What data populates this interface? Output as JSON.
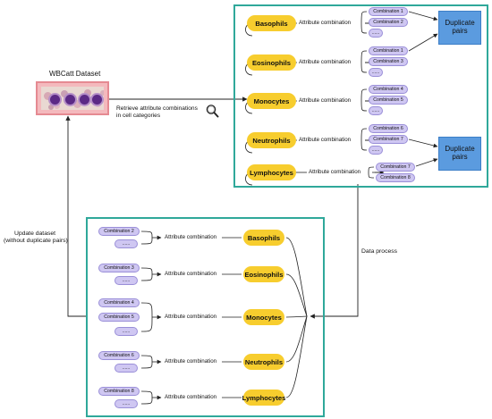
{
  "dataset": {
    "title": "WBCatt Dataset"
  },
  "arrows": {
    "retrieve_label": "Retrieve attribute combinations\nin cell categories",
    "update_label": "Update dataset\n(without duplicate pairs)",
    "process_label": "Data process"
  },
  "top_panel": {
    "rows": [
      {
        "category": "Basophils",
        "attr": "Attribute combination",
        "combos": [
          "Combination 1",
          "Combination 2",
          "......"
        ]
      },
      {
        "category": "Eosinophils",
        "attr": "Attribute combination",
        "combos": [
          "Combination 1",
          "Combination 3",
          "......"
        ]
      },
      {
        "category": "Monocytes",
        "attr": "Attribute combination",
        "combos": [
          "Combination 4",
          "Combination 5",
          "......"
        ]
      },
      {
        "category": "Neutrophils",
        "attr": "Attribute combination",
        "combos": [
          "Combination 6",
          "Combination 7",
          "......"
        ]
      },
      {
        "category": "Lymphocytes",
        "attr": "Attribute combination",
        "combos": [
          "Combination 7",
          "Combination 8"
        ]
      }
    ],
    "duplicate_label": "Duplicate\npairs"
  },
  "bottom_panel": {
    "rows": [
      {
        "category": "Basophils",
        "attr": "Attribute combination",
        "combos": [
          "Combination 2",
          "......"
        ]
      },
      {
        "category": "Eosinophils",
        "attr": "Attribute combination",
        "combos": [
          "Combination 3",
          "......"
        ]
      },
      {
        "category": "Monocytes",
        "attr": "Attribute combination",
        "combos": [
          "Combination 4",
          "Combination 5",
          "......"
        ]
      },
      {
        "category": "Neutrophils",
        "attr": "Attribute combination",
        "combos": [
          "Combination 6",
          "......"
        ]
      },
      {
        "category": "Lymphocytes",
        "attr": "Attribute combination",
        "combos": [
          "Combination 8",
          "......"
        ]
      }
    ]
  },
  "colors": {
    "frame": "#2fa89a",
    "category": "#f7cd2e",
    "combination": "#cfc7f2",
    "duplicate": "#5b9bdf",
    "dataset_border": "#e58a92"
  },
  "icons": {
    "magnifier": "search-icon"
  }
}
